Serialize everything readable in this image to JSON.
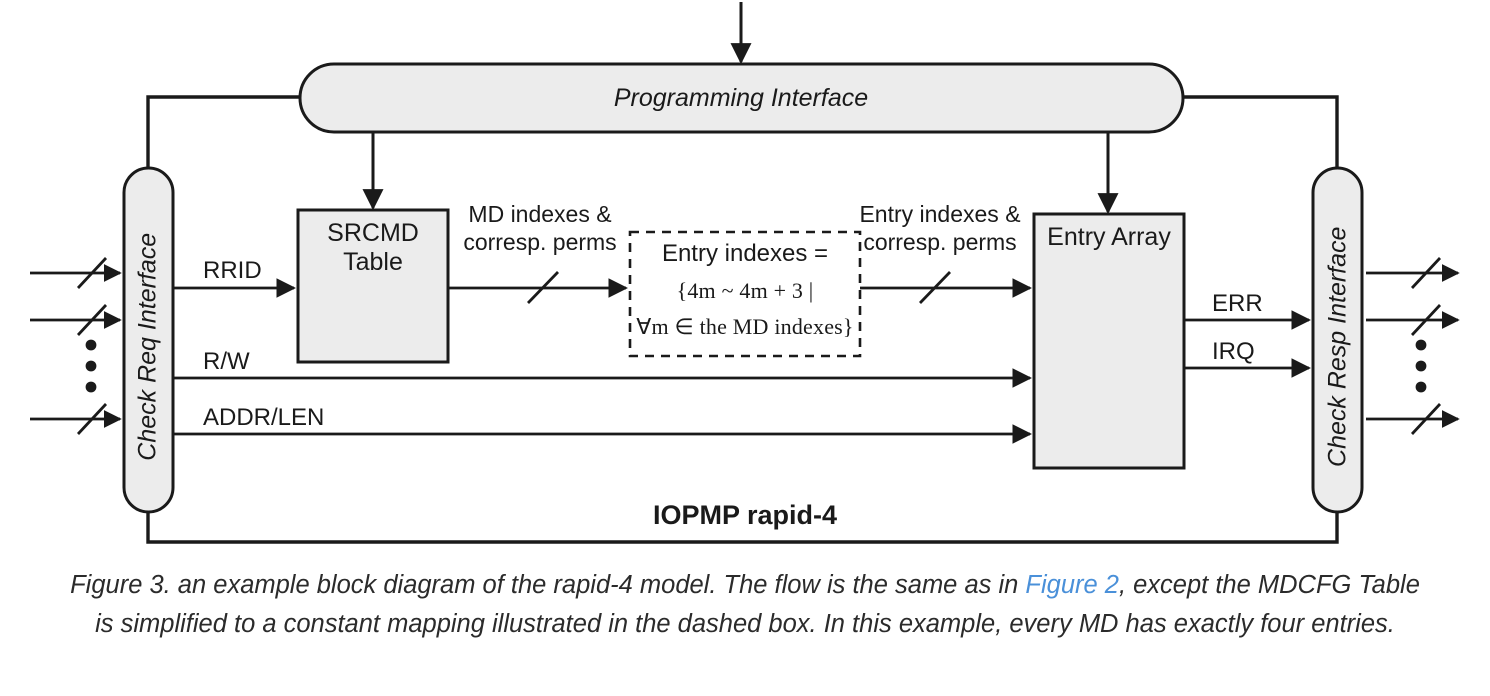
{
  "figure": {
    "id": "figure-3",
    "system_label": "IOPMP rapid-4",
    "programming_interface": "Programming Interface",
    "left_interface": "Check Req Interface",
    "right_interface": "Check Resp Interface",
    "blocks": {
      "srcmd_line1": "SRCMD",
      "srcmd_line2": "Table",
      "entry_array": "Entry Array"
    },
    "dashed_box": {
      "head": "Entry indexes =",
      "math_line1": "{4m ~ 4m + 3 |",
      "math_line2": "∀m ∈ the MD indexes}"
    },
    "flow_labels": {
      "md": {
        "line1": "MD indexes &",
        "line2": "corresp. perms"
      },
      "entry": {
        "line1": "Entry indexes &",
        "line2": "corresp. perms"
      }
    },
    "signals": {
      "rrid": "RRID",
      "rw": "R/W",
      "addrlen": "ADDR/LEN",
      "err": "ERR",
      "irq": "IRQ"
    },
    "colors": {
      "block_fill": "#ececec",
      "stroke": "#1a1a1a",
      "link_blue": "#4a90d9",
      "background": "#ffffff"
    }
  },
  "caption": {
    "part1": "Figure 3. an example block diagram of the rapid-4 model. The flow is the same as in ",
    "link": "Figure 2",
    "part2": ", except the MDCFG Table is simplified to a constant mapping illustrated in the dashed box. In this example, every MD has exactly four entries."
  }
}
